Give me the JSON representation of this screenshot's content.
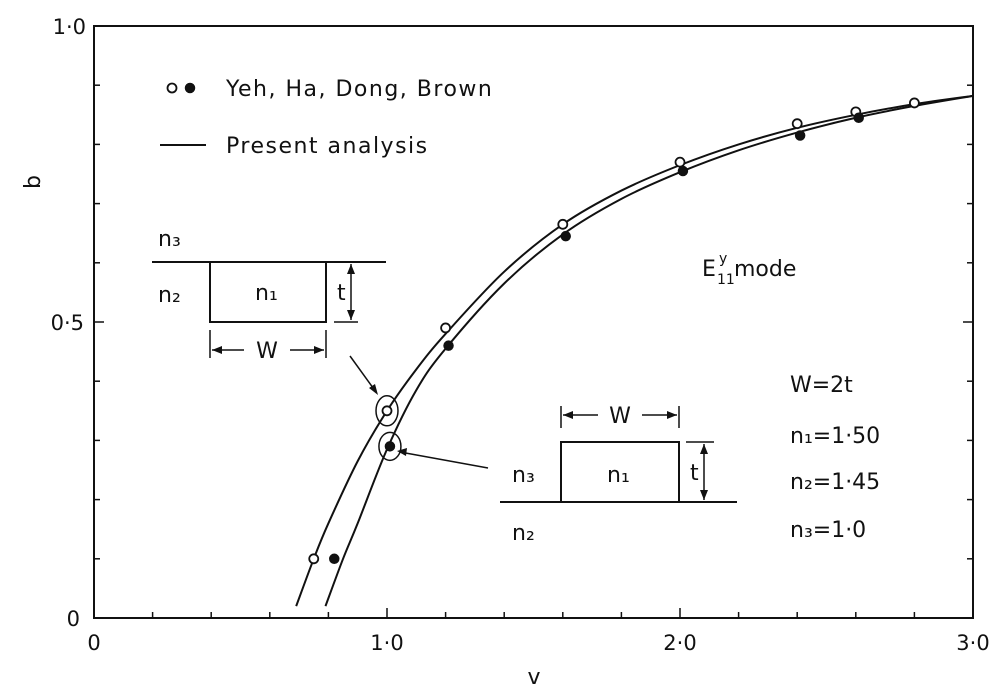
{
  "chart_data": {
    "type": "line",
    "xlabel": "v",
    "ylabel": "b",
    "xlim": [
      0,
      3.0
    ],
    "ylim": [
      0,
      1.0
    ],
    "xticks": [
      {
        "value": 0,
        "label": "0"
      },
      {
        "value": 1.0,
        "label": "1·0"
      },
      {
        "value": 2.0,
        "label": "2·0"
      },
      {
        "value": 3.0,
        "label": "3·0"
      }
    ],
    "yticks": [
      {
        "value": 0,
        "label": "0"
      },
      {
        "value": 0.5,
        "label": "0·5"
      },
      {
        "value": 1.0,
        "label": "1·0"
      }
    ],
    "grid": false,
    "legend": {
      "placement": "top-left",
      "entries": [
        {
          "label": "Yeh, Ha, Dong, Brown",
          "marker": "open-and-filled-circles"
        },
        {
          "label": "Present analysis",
          "marker": "line"
        }
      ]
    },
    "curves": [
      {
        "x": [
          0.69,
          0.75,
          0.8,
          0.9,
          1.0,
          1.1,
          1.2,
          1.4,
          1.6,
          1.8,
          2.0,
          2.2,
          2.4,
          2.6,
          2.8,
          3.0
        ],
        "y": [
          0.02,
          0.1,
          0.16,
          0.265,
          0.35,
          0.42,
          0.48,
          0.585,
          0.665,
          0.722,
          0.765,
          0.8,
          0.828,
          0.85,
          0.868,
          0.882
        ]
      },
      {
        "x": [
          0.79,
          0.85,
          0.9,
          1.0,
          1.1,
          1.2,
          1.4,
          1.6,
          1.8,
          2.0,
          2.2,
          2.4,
          2.6,
          2.8,
          3.0
        ],
        "y": [
          0.02,
          0.1,
          0.16,
          0.285,
          0.385,
          0.455,
          0.565,
          0.648,
          0.708,
          0.753,
          0.79,
          0.82,
          0.845,
          0.865,
          0.882
        ]
      }
    ],
    "points_open": [
      {
        "x": 0.75,
        "y": 0.1
      },
      {
        "x": 1.0,
        "y": 0.35
      },
      {
        "x": 1.2,
        "y": 0.49
      },
      {
        "x": 1.6,
        "y": 0.665
      },
      {
        "x": 2.0,
        "y": 0.77
      },
      {
        "x": 2.4,
        "y": 0.835
      },
      {
        "x": 2.6,
        "y": 0.855
      },
      {
        "x": 2.8,
        "y": 0.87
      }
    ],
    "points_filled": [
      {
        "x": 0.82,
        "y": 0.1
      },
      {
        "x": 1.01,
        "y": 0.29
      },
      {
        "x": 1.21,
        "y": 0.46
      },
      {
        "x": 1.61,
        "y": 0.645
      },
      {
        "x": 2.01,
        "y": 0.755
      },
      {
        "x": 2.41,
        "y": 0.815
      },
      {
        "x": 2.61,
        "y": 0.845
      }
    ],
    "annotations": {
      "mode": {
        "main": "E",
        "sup": "y",
        "sub": "11",
        "rest": " mode"
      },
      "params": [
        "W=2t",
        "n₁=1·50",
        "n₂=1·45",
        "n₃=1·0"
      ],
      "diagram_top": {
        "n3": "n₃",
        "n2": "n₂",
        "n1": "n₁",
        "t": "t",
        "w": "W"
      },
      "diagram_bottom": {
        "n3": "n₃",
        "n2": "n₂",
        "n1": "n₁",
        "t": "t",
        "w": "W"
      }
    }
  }
}
